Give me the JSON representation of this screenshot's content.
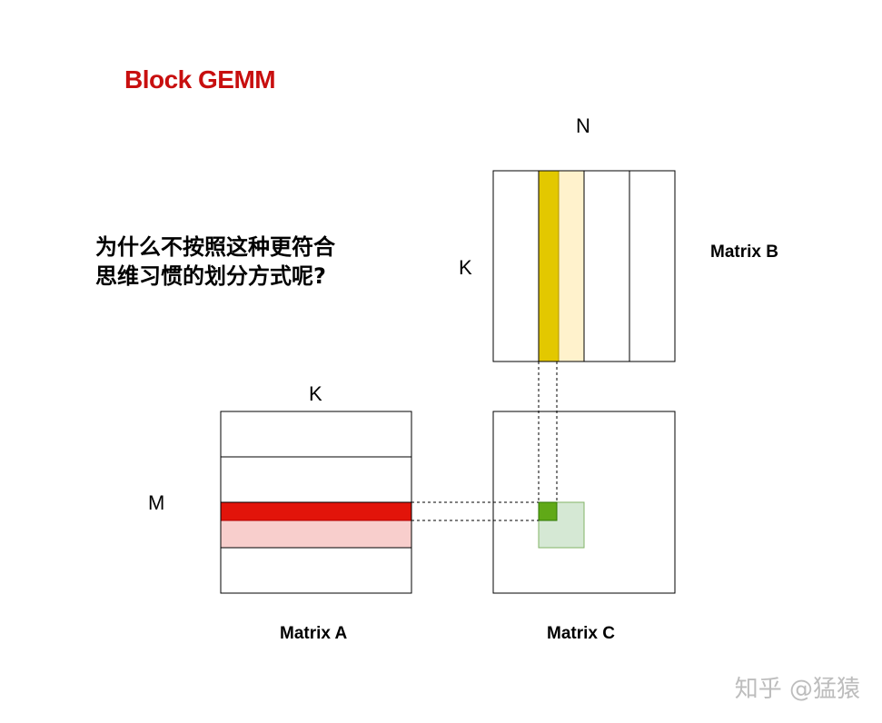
{
  "title": "Block GEMM",
  "question": {
    "line1": "为什么不按照这种更符合",
    "line2": "思维习惯的划分方式呢?"
  },
  "dims": {
    "matrix_b_top": "N",
    "matrix_b_left": "K",
    "matrix_a_top": "K",
    "matrix_a_left": "M"
  },
  "matrices": {
    "a": "Matrix A",
    "b": "Matrix B",
    "c": "Matrix C"
  },
  "colors": {
    "title": "#c80f0f",
    "a_highlight": "#e2140a",
    "a_light": "#f8cecc",
    "b_highlight": "#e3c800",
    "b_light": "#fff2cc",
    "c_highlight": "#60a917",
    "c_light": "#d5e8d4",
    "c_light_border": "#82b366"
  },
  "watermark": "知乎 @猛猿"
}
